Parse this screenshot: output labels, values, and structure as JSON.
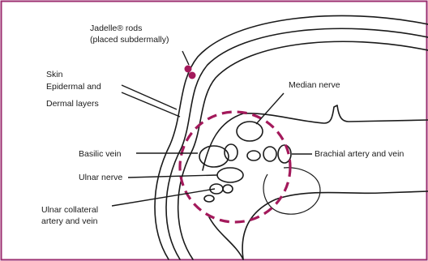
{
  "colors": {
    "frame": "#9b2d6f",
    "rods": "#a3195b",
    "circle": "#a3195b",
    "lines": "#1a1a1a"
  },
  "labels": {
    "jadelle_line1": "Jadelle® rods",
    "jadelle_line2": "(placed subdermally)",
    "skin": "Skin",
    "epidermal": "Epidermal and",
    "dermal": "Dermal layers",
    "median_nerve": "Median nerve",
    "basilic_vein": "Basilic vein",
    "brachial": "Brachial artery and vein",
    "ulnar_nerve": "Ulnar nerve",
    "ulnar_collateral_line1": "Ulnar collateral",
    "ulnar_collateral_line2": "artery and vein"
  }
}
